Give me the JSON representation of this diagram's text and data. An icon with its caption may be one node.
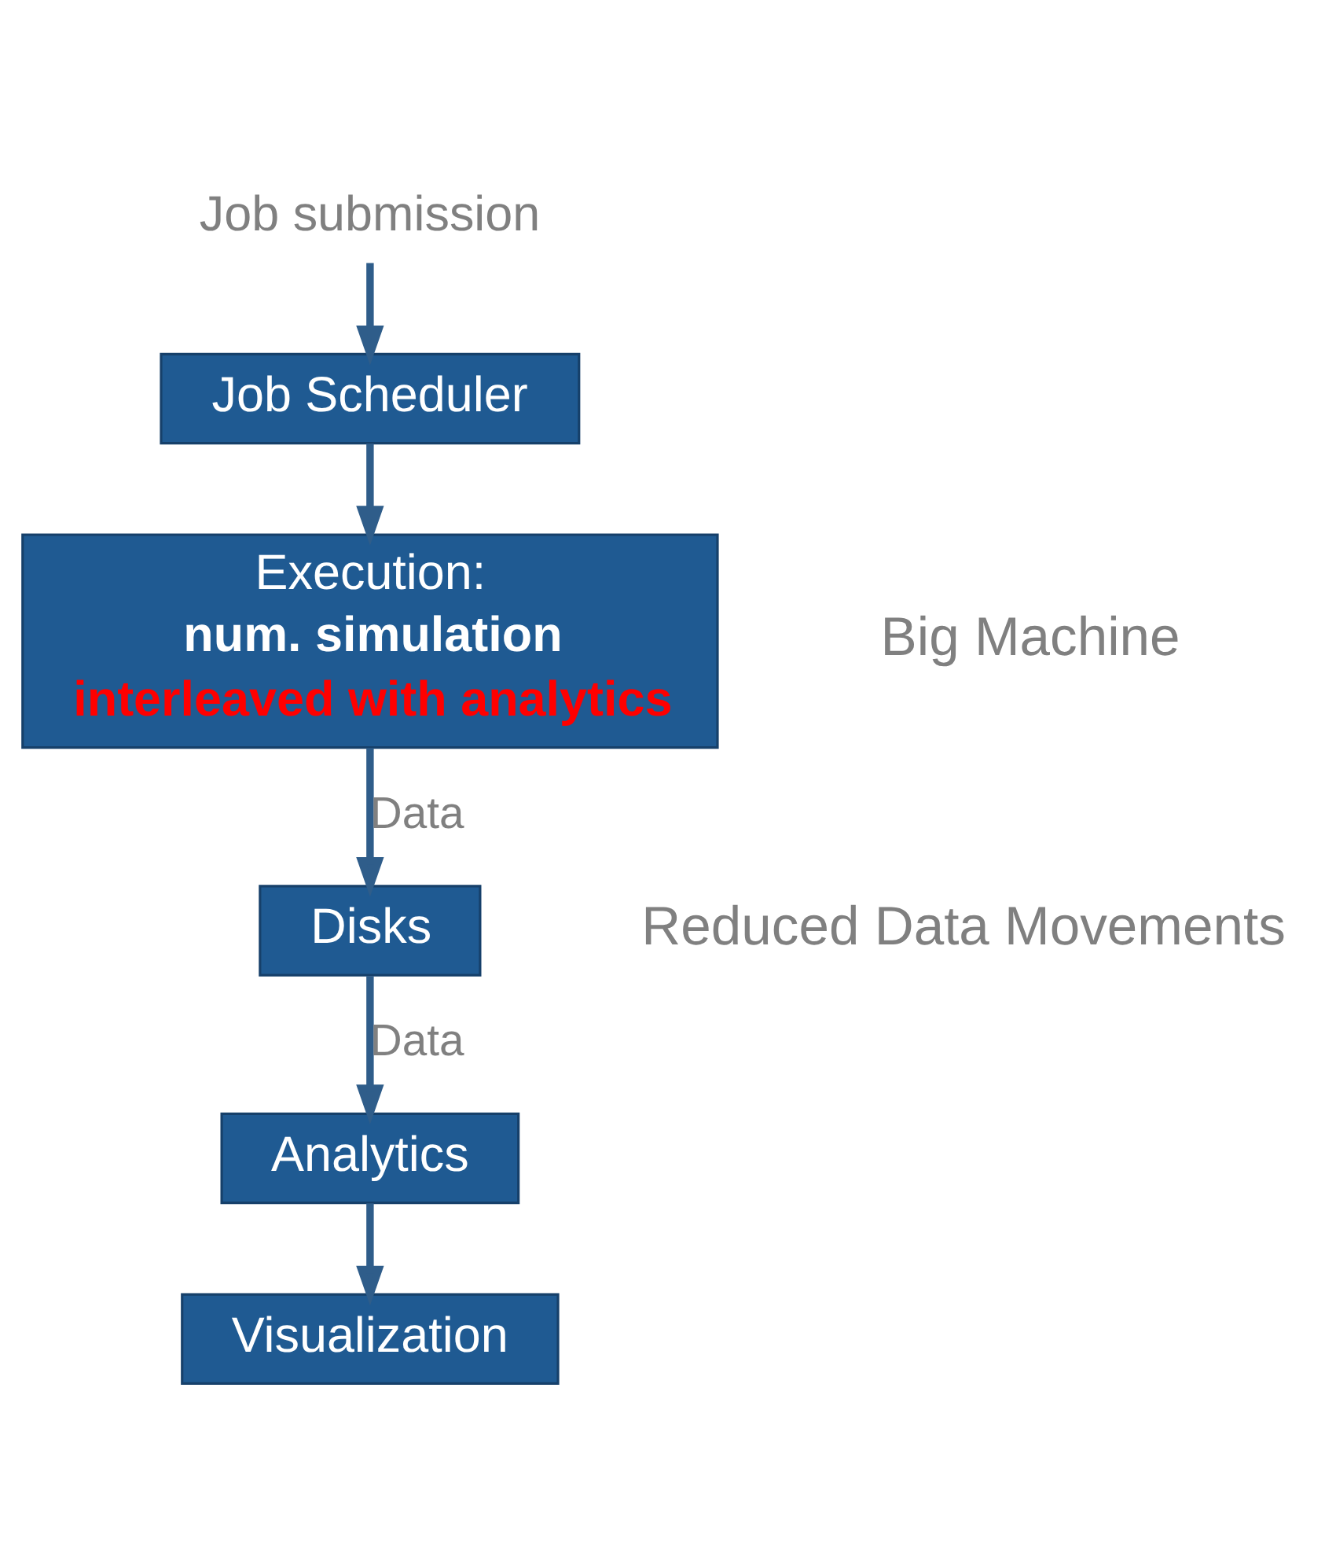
{
  "diagram": {
    "nodes": [
      {
        "text": [
          "Job submission"
        ]
      },
      {
        "text": [
          "Job Scheduler"
        ]
      },
      {
        "text": [
          "Execution:",
          "num. simulation",
          "interleaved with analytics"
        ]
      },
      {
        "text": [
          "Disks"
        ]
      },
      {
        "text": [
          "Analytics"
        ]
      },
      {
        "text": [
          "Visualization"
        ]
      }
    ],
    "edges": [
      {
        "from": 0,
        "to": 1,
        "arrow": "to"
      },
      {
        "from": 1,
        "to": 2,
        "arrow": "to"
      },
      {
        "from": 2,
        "to": 3,
        "arrow": "to",
        "label": "Data"
      },
      {
        "from": 3,
        "to": 4,
        "arrow": "to",
        "label": "Data"
      },
      {
        "from": 4,
        "to": 5,
        "arrow": "to"
      }
    ],
    "labels": [
      "Big Machine",
      "Reduced Data Movements"
    ]
  }
}
